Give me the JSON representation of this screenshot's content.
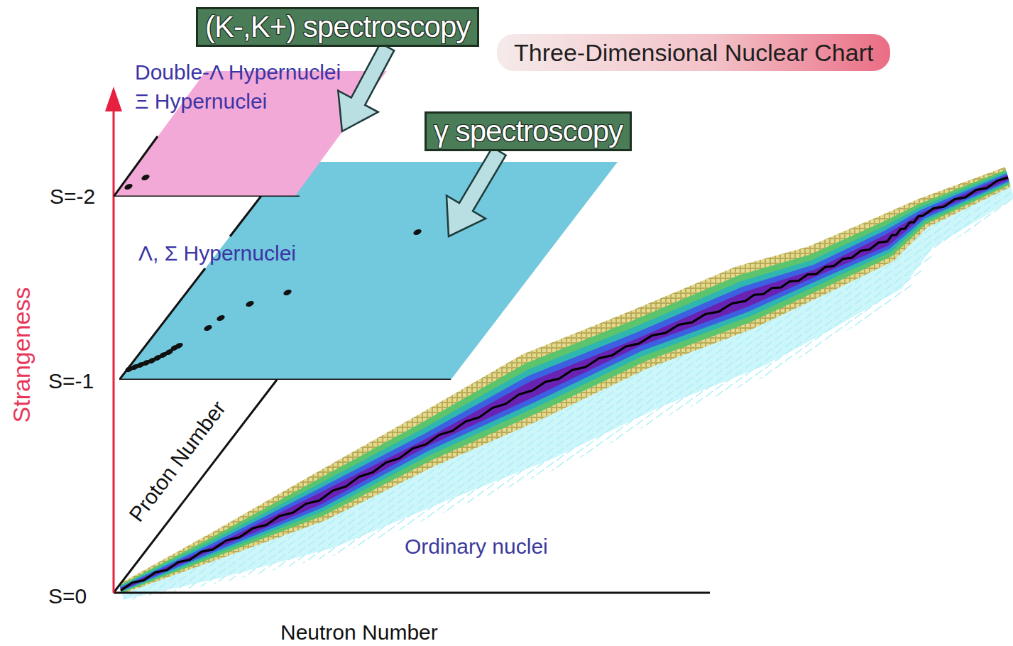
{
  "diagram": {
    "nodes": [
      {
        "text": [
          "(K-,K+) spectroscopy"
        ]
      },
      {
        "text": [
          "Three-Dimensional Nuclear Chart"
        ]
      },
      {
        "text": [
          "Double-Λ Hypernuclei",
          "Ξ Hypernuclei"
        ]
      },
      {
        "text": [
          "γ  spectroscopy"
        ]
      },
      {
        "text": [
          "Λ, Σ Hypernuclei"
        ]
      }
    ],
    "edges": [
      {
        "from": 0,
        "to": 2,
        "arrow": "to"
      },
      {
        "from": 3,
        "to": 4,
        "arrow": "to"
      }
    ],
    "labels": [
      "Strangeness",
      "S=-2",
      "S=-1",
      "S=0",
      "Proton Number",
      "Neutron Number",
      "Ordinary nuclei"
    ]
  }
}
